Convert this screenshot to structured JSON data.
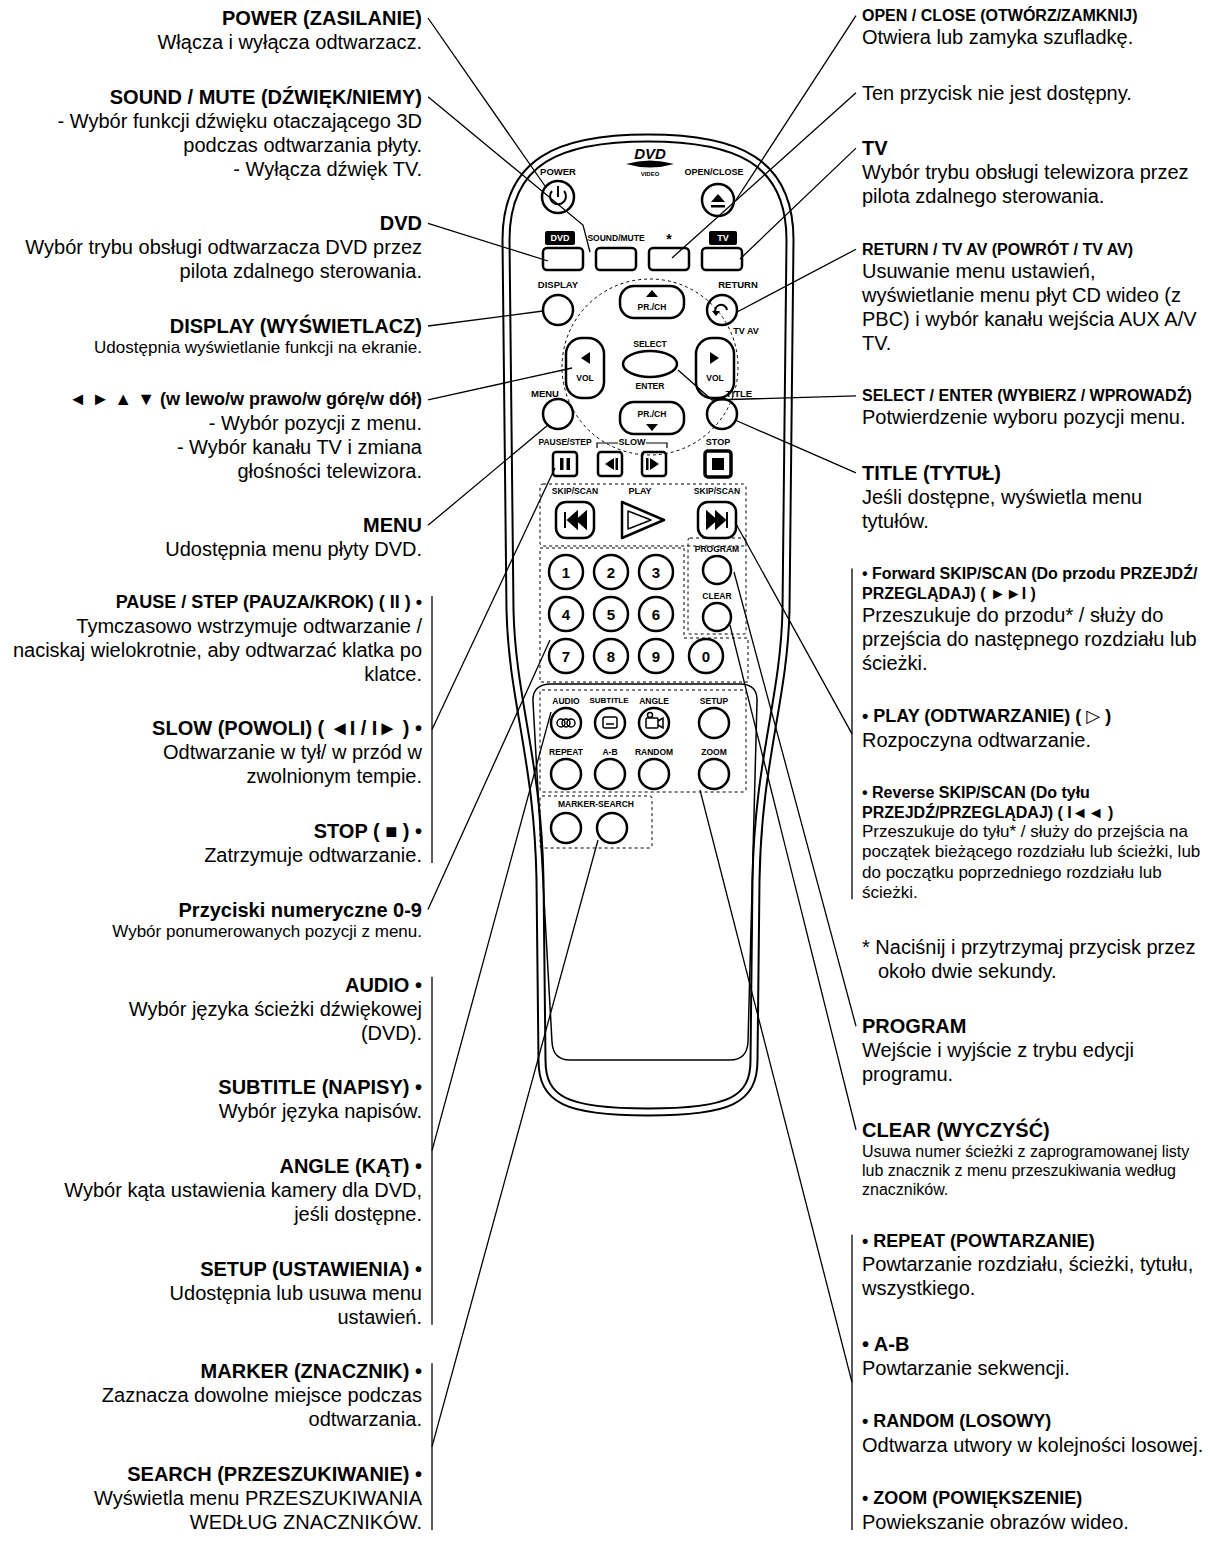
{
  "diagram": {
    "labels": [
      "POWER (ZASILANIE)",
      "Włącza i wyłącza odtwarzacz.",
      "SOUND / MUTE (DŹWIĘK/NIEMY)",
      "- Wybór funkcji dźwięku otaczającego 3D podczas odtwarzania płyty.",
      "- Wyłącza dźwięk TV.",
      "DVD",
      "Wybór trybu obsługi odtwarzacza DVD przez pilota zdalnego sterowania.",
      "DISPLAY (WYŚWIETLACZ)",
      "Udostępnia wyświetlanie funkcji na ekranie.",
      "◄ ► ▲ ▼ (w lewo/w prawo/w górę/w dół)",
      "- Wybór pozycji z menu.",
      "- Wybór kanału TV i zmiana głośności telewizora.",
      "MENU",
      "Udostępnia menu płyty DVD.",
      "PAUSE / STEP (PAUZA/KROK) ( II ) •",
      "Tymczasowo wstrzymuje odtwarzanie / naciskaj wielokrotnie, aby odtwarzać klatka po klatce.",
      "SLOW (POWOLI) ( ◄I / I► ) •",
      "Odtwarzanie w tył/ w przód w zwolnionym tempie.",
      "STOP ( ■ ) •",
      "Zatrzymuje odtwarzanie.",
      "Przyciski numeryczne 0-9",
      "Wybór ponumerowanych pozycji z menu.",
      "AUDIO •",
      "Wybór języka ścieżki dźwiękowej (DVD).",
      "SUBTITLE (NAPISY) •",
      "Wybór języka napisów.",
      "ANGLE (KĄT) •",
      "Wybór kąta ustawienia kamery dla DVD, jeśli dostępne.",
      "SETUP (USTAWIENIA) •",
      "Udostępnia lub usuwa menu ustawień.",
      "MARKER (ZNACZNIK) •",
      "Zaznacza dowolne miejsce podczas odtwarzania.",
      "SEARCH (PRZESZUKIWANIE) •",
      "Wyświetla menu PRZESZUKIWANIA WEDŁUG ZNACZNIKÓW.",
      "OPEN / CLOSE (OTWÓRZ/ZAMKNIJ)",
      "Otwiera lub zamyka szufladkę.",
      "Ten przycisk nie jest dostępny.",
      "TV",
      "Wybór trybu obsługi telewizora przez pilota zdalnego sterowania.",
      "RETURN / TV AV (POWRÓT / TV AV)",
      "Usuwanie menu ustawień, wyświetlanie menu płyt CD wideo (z PBC) i wybór kanału wejścia AUX A/V TV.",
      "SELECT / ENTER (WYBIERZ / WPROWADŹ)",
      "Potwierdzenie wyboru pozycji menu.",
      "TITLE (TYTUŁ)",
      "Jeśli dostępne, wyświetla menu tytułów.",
      "• Forward SKIP/SCAN (Do przodu PRZEJDŹ/ PRZEGLĄDAJ) ( ►►I )",
      "Przeszukuje do przodu* / służy do przejścia do następnego rozdziału lub ścieżki.",
      "• PLAY (ODTWARZANIE) ( ▷ )",
      "Rozpoczyna odtwarzanie.",
      "• Reverse SKIP/SCAN (Do tyłu PRZEJDŹ/PRZEGLĄDAJ) ( I◄◄ )",
      "Przeszukuje do tyłu* / służy do przejścia na początek bieżącego rozdziału lub ścieżki, lub do początku poprzedniego rozdziału lub ścieżki.",
      "* Naciśnij i przytrzymaj przycisk przez około dwie sekundy.",
      "PROGRAM",
      "Wejście i wyjście z trybu edycji programu.",
      "CLEAR (WYCZYŚĆ)",
      "Usuwa numer ścieżki z zaprogramowanej listy lub znacznik z menu przeszukiwania według znaczników.",
      "• REPEAT (POWTARZANIE)",
      "Powtarzanie rozdziału, ścieżki, tytułu, wszystkiego.",
      "• A-B",
      "Powtarzanie sekwencji.",
      "• RANDOM (LOSOWY)",
      "Odtwarza utwory w kolejności losowej.",
      "• ZOOM (POWIĘKSZENIE)",
      "Powiekszanie obrazów wideo.",
      "POWER",
      "DVD",
      "VIDEO",
      "OPEN/CLOSE",
      "DVD",
      "SOUND/MUTE",
      "*",
      "TV",
      "DISPLAY",
      "RETURN",
      "PR./CH",
      "VOL",
      "SELECT",
      "VOL",
      "ENTER",
      "PR./CH",
      "TV AV",
      "MENU",
      "TITLE",
      "PAUSE/STEP",
      "SLOW",
      "STOP",
      "SKIP/SCAN",
      "PLAY",
      "SKIP/SCAN",
      "PROGRAM",
      "CLEAR",
      "1",
      "2",
      "3",
      "4",
      "5",
      "6",
      "7",
      "8",
      "9",
      "0",
      "AUDIO",
      "SUBTITLE",
      "ANGLE",
      "SETUP",
      "REPEAT",
      "A-B",
      "RANDOM",
      "ZOOM",
      "MARKER-SEARCH"
    ]
  }
}
